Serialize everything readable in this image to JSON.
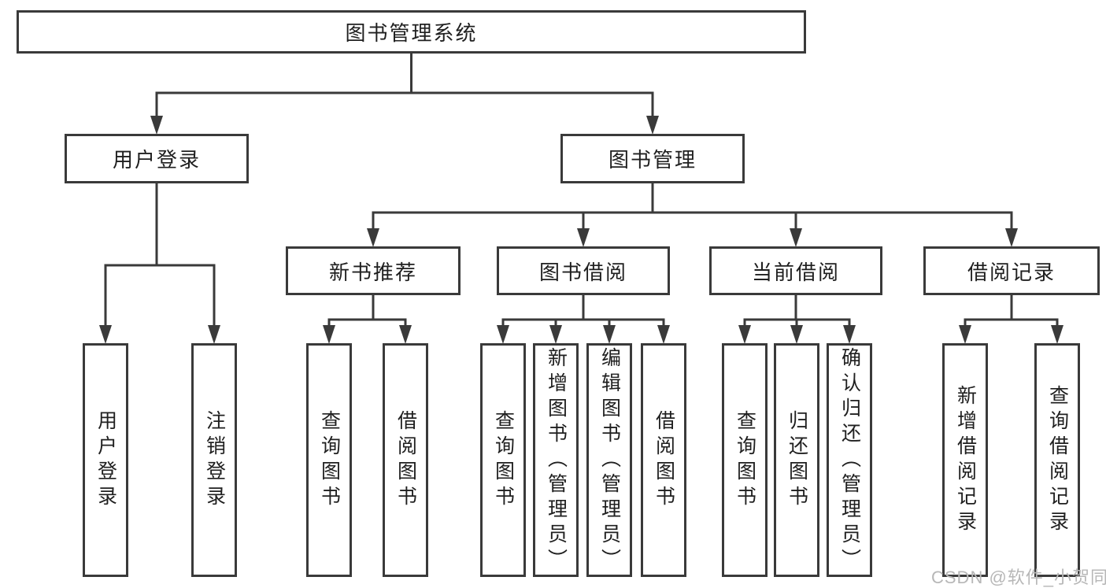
{
  "diagram": {
    "title": "图书管理系统",
    "watermark": "CSDN @软件_小贺同学",
    "colors": {
      "line": "#3a3a3a",
      "text": "#1f1f1f",
      "box_bg": "#ffffff",
      "watermark": "#b7b7b7"
    },
    "nodes": [
      {
        "id": "root",
        "label": "图书管理系统",
        "orientation": "horizontal"
      },
      {
        "id": "login",
        "label": "用户登录",
        "orientation": "horizontal"
      },
      {
        "id": "mgmt",
        "label": "图书管理",
        "orientation": "horizontal"
      },
      {
        "id": "rec",
        "label": "新书推荐",
        "orientation": "horizontal"
      },
      {
        "id": "borrow",
        "label": "图书借阅",
        "orientation": "horizontal"
      },
      {
        "id": "current",
        "label": "当前借阅",
        "orientation": "horizontal"
      },
      {
        "id": "records",
        "label": "借阅记录",
        "orientation": "horizontal"
      },
      {
        "id": "user-login",
        "label": "用户登录",
        "orientation": "vertical"
      },
      {
        "id": "logout",
        "label": "注销登录",
        "orientation": "vertical"
      },
      {
        "id": "rec-query",
        "label": "查询图书",
        "orientation": "vertical"
      },
      {
        "id": "rec-borrow",
        "label": "借阅图书",
        "orientation": "vertical"
      },
      {
        "id": "bb-query",
        "label": "查询图书",
        "orientation": "vertical"
      },
      {
        "id": "bb-add-admin",
        "label": "新增图书（管理员）",
        "orientation": "vertical"
      },
      {
        "id": "bb-edit-admin",
        "label": "编辑图书（管理员）",
        "orientation": "vertical"
      },
      {
        "id": "bb-borrow",
        "label": "借阅图书",
        "orientation": "vertical"
      },
      {
        "id": "cb-query",
        "label": "查询图书",
        "orientation": "vertical"
      },
      {
        "id": "cb-return",
        "label": "归还图书",
        "orientation": "vertical"
      },
      {
        "id": "cb-confirm-admin",
        "label": "确认归还（管理员）",
        "orientation": "vertical"
      },
      {
        "id": "br-add-record",
        "label": "新增借阅记录",
        "orientation": "vertical"
      },
      {
        "id": "br-query-record",
        "label": "查询借阅记录",
        "orientation": "vertical"
      }
    ],
    "edges": [
      {
        "from": "root",
        "to": [
          "login",
          "mgmt"
        ]
      },
      {
        "from": "login",
        "to": [
          "user-login",
          "logout"
        ]
      },
      {
        "from": "mgmt",
        "to": [
          "rec",
          "borrow",
          "current",
          "records"
        ]
      },
      {
        "from": "rec",
        "to": [
          "rec-query",
          "rec-borrow"
        ]
      },
      {
        "from": "borrow",
        "to": [
          "bb-query",
          "bb-add-admin",
          "bb-edit-admin",
          "bb-borrow"
        ]
      },
      {
        "from": "current",
        "to": [
          "cb-query",
          "cb-return",
          "cb-confirm-admin"
        ]
      },
      {
        "from": "records",
        "to": [
          "br-add-record",
          "br-query-record"
        ]
      }
    ]
  }
}
